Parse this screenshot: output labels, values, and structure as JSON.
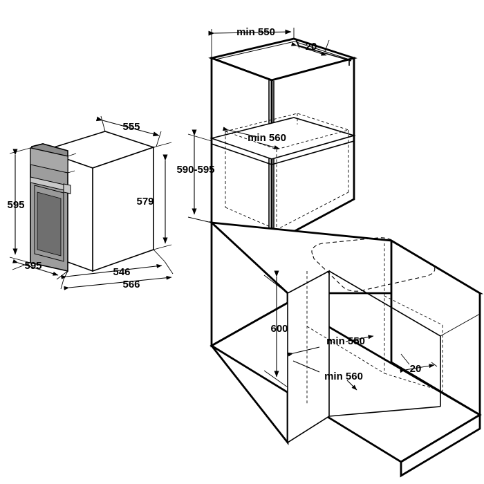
{
  "document": {
    "type": "technical-dimension-drawing",
    "subject": "Built-in oven dimensions and cabinet installation cut-out",
    "units": "mm",
    "background_color": "#ffffff",
    "line_color": "#000000",
    "panel_color": "#9d9d9d"
  },
  "views": [
    {
      "id": "appliance-view",
      "name": "Oven appliance isometric view",
      "position": "left"
    },
    {
      "id": "installation-view",
      "name": "Cabinet installation isometric view",
      "position": "right"
    }
  ],
  "dimensions": {
    "appliance": [
      {
        "id": "appliance-height-front",
        "label": "595",
        "orientation": "vertical",
        "view": "appliance-view"
      },
      {
        "id": "appliance-depth-top",
        "label": "555",
        "orientation": "horizontal",
        "view": "appliance-view"
      },
      {
        "id": "appliance-height-body",
        "label": "579",
        "orientation": "vertical",
        "view": "appliance-view"
      },
      {
        "id": "appliance-width-front",
        "label": "595",
        "orientation": "diagonal",
        "view": "appliance-view"
      },
      {
        "id": "appliance-width-body",
        "label": "546",
        "orientation": "diagonal",
        "view": "appliance-view"
      },
      {
        "id": "appliance-width-outer",
        "label": "566",
        "orientation": "diagonal",
        "view": "appliance-view"
      }
    ],
    "installation": [
      {
        "id": "cabinet-top-depth",
        "label": "min 550",
        "orientation": "diagonal",
        "view": "installation-view"
      },
      {
        "id": "cabinet-top-offset",
        "label": "20",
        "orientation": "diagonal",
        "view": "installation-view"
      },
      {
        "id": "niche-width-upper",
        "label": "min 560",
        "orientation": "diagonal",
        "view": "installation-view"
      },
      {
        "id": "niche-height-upper",
        "label": "590-595",
        "orientation": "vertical",
        "view": "installation-view"
      },
      {
        "id": "niche-height-lower",
        "label": "600",
        "orientation": "vertical",
        "view": "installation-view"
      },
      {
        "id": "niche-depth-lower",
        "label": "min 550",
        "orientation": "diagonal",
        "view": "installation-view"
      },
      {
        "id": "niche-width-lower",
        "label": "min 560",
        "orientation": "diagonal",
        "view": "installation-view"
      },
      {
        "id": "niche-offset-lower",
        "label": "20",
        "orientation": "diagonal",
        "view": "installation-view"
      }
    ]
  },
  "labels": {
    "d595a": "595",
    "d555": "555",
    "d579": "579",
    "d595b": "595",
    "d546": "546",
    "d566": "566",
    "min550_top": "min 550",
    "d20_top": "20",
    "min560_top": "min 560",
    "d590_595": "590-595",
    "d600": "600",
    "min550_bottom": "min 550",
    "min560_bottom": "min 560",
    "d20_bottom": "20"
  }
}
